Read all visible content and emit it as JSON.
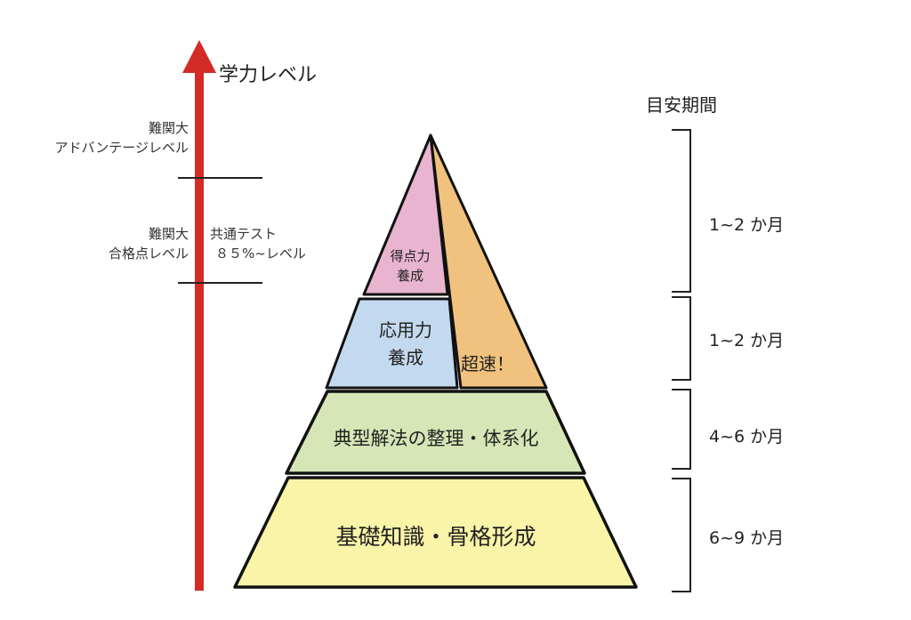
{
  "axis": {
    "title": "学力レベル",
    "arrow_color": "#d42b27"
  },
  "levels": {
    "advantage_line1": "難関大",
    "advantage_line2": "アドバンテージレベル",
    "pass_line1": "難関大",
    "pass_line2": "合格点レベル",
    "test_line1": "共通テスト",
    "test_line2": "８５%~レベル"
  },
  "pyramid": {
    "score_line1": "得点力",
    "score_line2": "養成",
    "applied_line1": "応用力",
    "applied_line2": "養成",
    "fast": "超速！",
    "typical": "典型解法の整理・体系化",
    "basic": "基礎知識・骨格形成",
    "colors": {
      "score": "#e9b4cf",
      "fast": "#f0c27e",
      "applied": "#c3d9ef",
      "typical": "#d6e6b6",
      "basic": "#f9f4a8"
    }
  },
  "periods": {
    "header": "目安期間",
    "items": [
      "1~2 か月",
      "1~2 か月",
      "4~6 か月",
      "6~9 か月"
    ]
  }
}
